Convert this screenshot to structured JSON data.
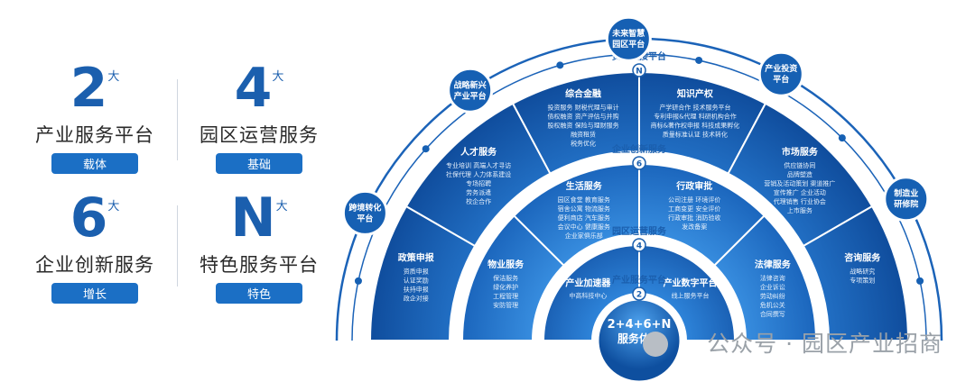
{
  "stats": [
    {
      "num": "2",
      "suffix": "大",
      "title": "产业服务平台",
      "tag": "载体"
    },
    {
      "num": "4",
      "suffix": "大",
      "title": "园区运营服务",
      "tag": "基础"
    },
    {
      "num": "6",
      "suffix": "大",
      "title": "企业创新服务",
      "tag": "增长"
    },
    {
      "num": "N",
      "suffix": "大",
      "title": "特色服务平台",
      "tag": "特色"
    }
  ],
  "rings": {
    "n_label": "资源链接平台",
    "n_badge": "N",
    "six_label": "企业创新服务",
    "six_badge": "6",
    "four_label": "园区运营服务",
    "four_badge": "4",
    "two_label": "产业服务平台",
    "two_badge": "2"
  },
  "core": {
    "line1": "2+4+6+N",
    "line2": "服务体系"
  },
  "outer_nodes": [
    {
      "label": "跨境转化\n平台"
    },
    {
      "label": "战略新兴\n产业平台"
    },
    {
      "label": "未来智慧\n园区平台"
    },
    {
      "label": "产业投资\n平台"
    },
    {
      "label": "制造业\n研修院"
    }
  ],
  "n_segments": [
    {
      "title": "政策申报",
      "items": [
        "资质申报",
        "认证奖励",
        "扶持申报",
        "政企对接"
      ]
    },
    {
      "title": "人才服务",
      "items": [
        "专业培训 高端人才寻访",
        "社保代理 人力体系建设",
        "专场招聘",
        "劳务派遣",
        "校企合作"
      ]
    },
    {
      "title": "综合金融",
      "items": [
        "投资服务  财税代理与审计",
        "债权融资  资产评估与并购",
        "股权融资  保险与理财服务",
        "融资租赁",
        "税务优化"
      ]
    },
    {
      "title": "知识产权",
      "items": [
        "产学研合作  技术服务平台",
        "专利申报&代理  科研机构合作",
        "商标&著作权申报  科技成果孵化",
        "质量标准认证  技术转化"
      ]
    },
    {
      "title": "市场服务",
      "items": [
        "供应链协同",
        "品牌塑造",
        "营销及活动策划  渠道推广",
        "宣传推广  企业活动",
        "代理销售  行业协会",
        "上市服务"
      ]
    },
    {
      "title": "咨询服务",
      "items": [
        "战略研究",
        "专项策划"
      ]
    }
  ],
  "six_segments": [
    {
      "title": "物业服务",
      "items": [
        "保洁服务",
        "绿化养护",
        "工程管理",
        "安防管理"
      ]
    },
    {
      "title": "生活服务",
      "items": [
        "园区食堂  教育服务",
        "宿舍公寓  物流服务",
        "便利商店  汽车服务",
        "会议中心  健康服务",
        "企业家俱乐部"
      ]
    },
    {
      "title": "行政审批",
      "items": [
        "公司注册  环境评价",
        "工商变更  安全评价",
        "行政审批  消防验收",
        "发改备案"
      ]
    },
    {
      "title": "法律服务",
      "items": [
        "法律咨询",
        "企业诉讼",
        "劳动纠纷",
        "危机公关",
        "合同撰写"
      ]
    }
  ],
  "four_segments": [
    {
      "title": "产业加速器",
      "sub": "中高科技中心"
    },
    {
      "title": "产业数字平台",
      "sub": "线上服务平台"
    }
  ],
  "watermark": "公众号 · 园区产业招商"
}
